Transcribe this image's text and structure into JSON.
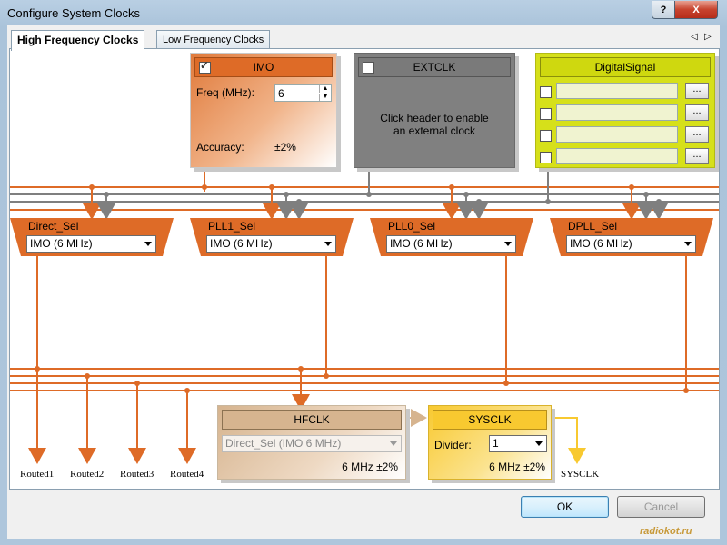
{
  "window": {
    "title": "Configure System Clocks",
    "help": "?",
    "close": "X"
  },
  "tabs": [
    {
      "label": "High Frequency Clocks",
      "active": true
    },
    {
      "label": "Low Frequency Clocks",
      "active": false
    }
  ],
  "tab_nav": {
    "prev": "◁",
    "next": "▷"
  },
  "imo": {
    "title": "IMO",
    "freq_label": "Freq (MHz):",
    "freq_value": "6",
    "accuracy_label": "Accuracy:",
    "accuracy_value": "±2%",
    "checked": true
  },
  "extclk": {
    "title": "EXTCLK",
    "message": "Click header to enable an external clock"
  },
  "digital_signal": {
    "title": "DigitalSignal",
    "browse_label": "..."
  },
  "selectors": [
    {
      "title": "Direct_Sel",
      "value": "IMO (6 MHz)"
    },
    {
      "title": "PLL1_Sel",
      "value": "IMO (6 MHz)"
    },
    {
      "title": "PLL0_Sel",
      "value": "IMO (6 MHz)"
    },
    {
      "title": "DPLL_Sel",
      "value": "IMO (6 MHz)"
    }
  ],
  "routed": [
    "Routed1",
    "Routed2",
    "Routed3",
    "Routed4"
  ],
  "hfclk": {
    "title": "HFCLK",
    "value": "Direct_Sel (IMO 6 MHz)",
    "freq": "6 MHz ±2%"
  },
  "sysclk": {
    "title": "SYSCLK",
    "divider_label": "Divider:",
    "divider_value": "1",
    "freq": "6 MHz ±2%",
    "output_label": "SYSCLK"
  },
  "buttons": {
    "ok": "OK",
    "cancel": "Cancel"
  },
  "watermark": {
    "text": "radiokot.ru"
  },
  "colors": {
    "orange": "#de6b27",
    "gray": "#7f7f7f",
    "lime": "#d6e01a",
    "tan": "#d6b48f",
    "yellow": "#f8c930"
  }
}
